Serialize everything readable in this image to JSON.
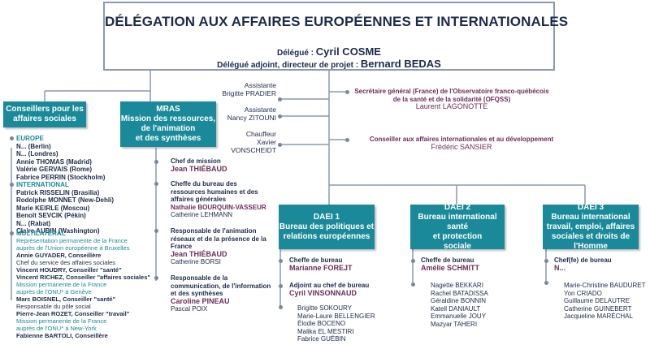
{
  "header": {
    "title": "DÉLÉGATION AUX AFFAIRES EUROPÉENNES ET INTERNATIONALES",
    "delegue_label": "Délégué : ",
    "delegue_name": "Cyril COSME",
    "adjoint_label": "Délégué adjoint, directeur de projet : ",
    "adjoint_name": "Bernard BEDAS"
  },
  "staff": [
    {
      "role": "Assistante",
      "name": "Brigitte PRADIER"
    },
    {
      "role": "Assistante",
      "name": "Nancy ZITOUNI"
    },
    {
      "role": "Chauffeur",
      "role2": "Xavier",
      "name": "VONSCHEIDT"
    }
  ],
  "secretaire": {
    "title1": "Secrétaire général (France) de l'Observatoire franco-québécois",
    "title2": "de la santé et de la solidarité (OFQSS)",
    "name": "Laurent LAGONOTTE"
  },
  "conseiller_dev": {
    "title": "Conseiller aux affaires internationales et au développement",
    "name": "Frédéric SANSIER"
  },
  "conseillers": {
    "box": "Conseillers pour les\naffaires sociales",
    "europe_label": "EUROPE",
    "europe": [
      "N... (Berlin)",
      "N... (Londres)",
      "Annie THOMAS (Madrid)",
      "Valérie GERVAIS (Rome)",
      "Fabrice PERRIN (Stockholm)"
    ],
    "international_label": "INTERNATIONAL",
    "international": [
      "Patrick RISSELIN (Brasilia)",
      "Rodolphe MONNET (New-Dehli)",
      "Marie KEIRLE (Moscou)",
      "Benoît SEVCIK (Pékin)",
      "N... (Rabat)",
      "Claire AUBIN (Washington)"
    ],
    "multi_label": "MULTILATÉRAL",
    "multi_bruxelles1": "Représentation permanente de la France",
    "multi_bruxelles2": "auprès de l'Union européenne à Bruxelles",
    "guyader1": "Annie GUYADER, Conseillère",
    "guyader2": "Chef du service des affaires sociales",
    "houdry": "Vincent HOUDRY, Conseiller \"santé\"",
    "richez": "Vincent RICHEZ, Conseiller \"affaires sociales\"",
    "geneve1": "Mission permanente de la France",
    "geneve2": "auprès de l'ONU* à Genève",
    "boisnel1": "Marc BOISNEL, Conseiller \"santé\"",
    "boisnel2": "Responsable du pôle social",
    "rozet": "Pierre-Jean ROZET, Conseiller \"travail\"",
    "ny1": "Mission permanente de la France",
    "ny2": "auprès de l'ONU* à New-York",
    "bartoli": "Fabienne BARTOLI, Conseillère"
  },
  "mras": {
    "box": "MRAS\nMission des ressources,\nde l'animation\net des synthèses",
    "chef_title": "Chef de mission",
    "chef_name": "Jean THIÉBAUD",
    "rh1": "Cheffe du bureau des",
    "rh2": "ressources humaines et des",
    "rh3": "affaires générales",
    "rh_name": "Nathalie BOURQUIN-VASSEUR",
    "rh_extra": "Catherine LEHMANN",
    "an1": "Responsable de l'animation",
    "an2": "réseaux et de la présence de la",
    "an3": "France",
    "an_name": "Jean THIÉBAUD",
    "an_extra": "Catherine BORSI",
    "co1": "Responsable de la",
    "co2": "communication, de l'information",
    "co3": "et des synthèses",
    "co_name": "Caroline PINEAU",
    "co_extra": "Pascal POIX"
  },
  "daei1": {
    "box": "DAEI 1\nBureau des politiques et\nrelations européennes",
    "chef_title": "Cheffe de bureau",
    "chef_name": "Marianne FOREJT",
    "adj_title": "Adjoint au chef de bureau",
    "adj_name": "Cyril VINSONNAUD",
    "staff": [
      "Brigitte SOKOURY",
      "Marie-Laure BELLENGIER",
      "Élodie BOCENO",
      "Malika EL MESTIRI",
      "Fabrice GUÉBIN"
    ]
  },
  "daei2": {
    "box": "DAEI 2\nBureau international santé\net protection\nsociale",
    "chef_title": "Cheffe de bureau",
    "chef_name": "Amélie SCHMITT",
    "staff": [
      "Nagette BEKKARI",
      "Rachel BATADISSA",
      "Géraldine BONNIN",
      "Katell DANIAULT",
      "Emmanuelle JOUY",
      "Mazyar TAHERI"
    ]
  },
  "daei3": {
    "box": "DAEI 3\nBureau international\ntravail, emploi, affaires\nsociales et droits de\nl'Homme",
    "chef_title": "Chef(fe) de bureau",
    "chef_name": "N...",
    "staff": [
      "Marie-Christine BAUDURET",
      "Yon CRIADO",
      "Guillaume DELAUTRE",
      "Catherine GUINEBERT",
      "Jacqueline MARÉCHAL"
    ]
  }
}
